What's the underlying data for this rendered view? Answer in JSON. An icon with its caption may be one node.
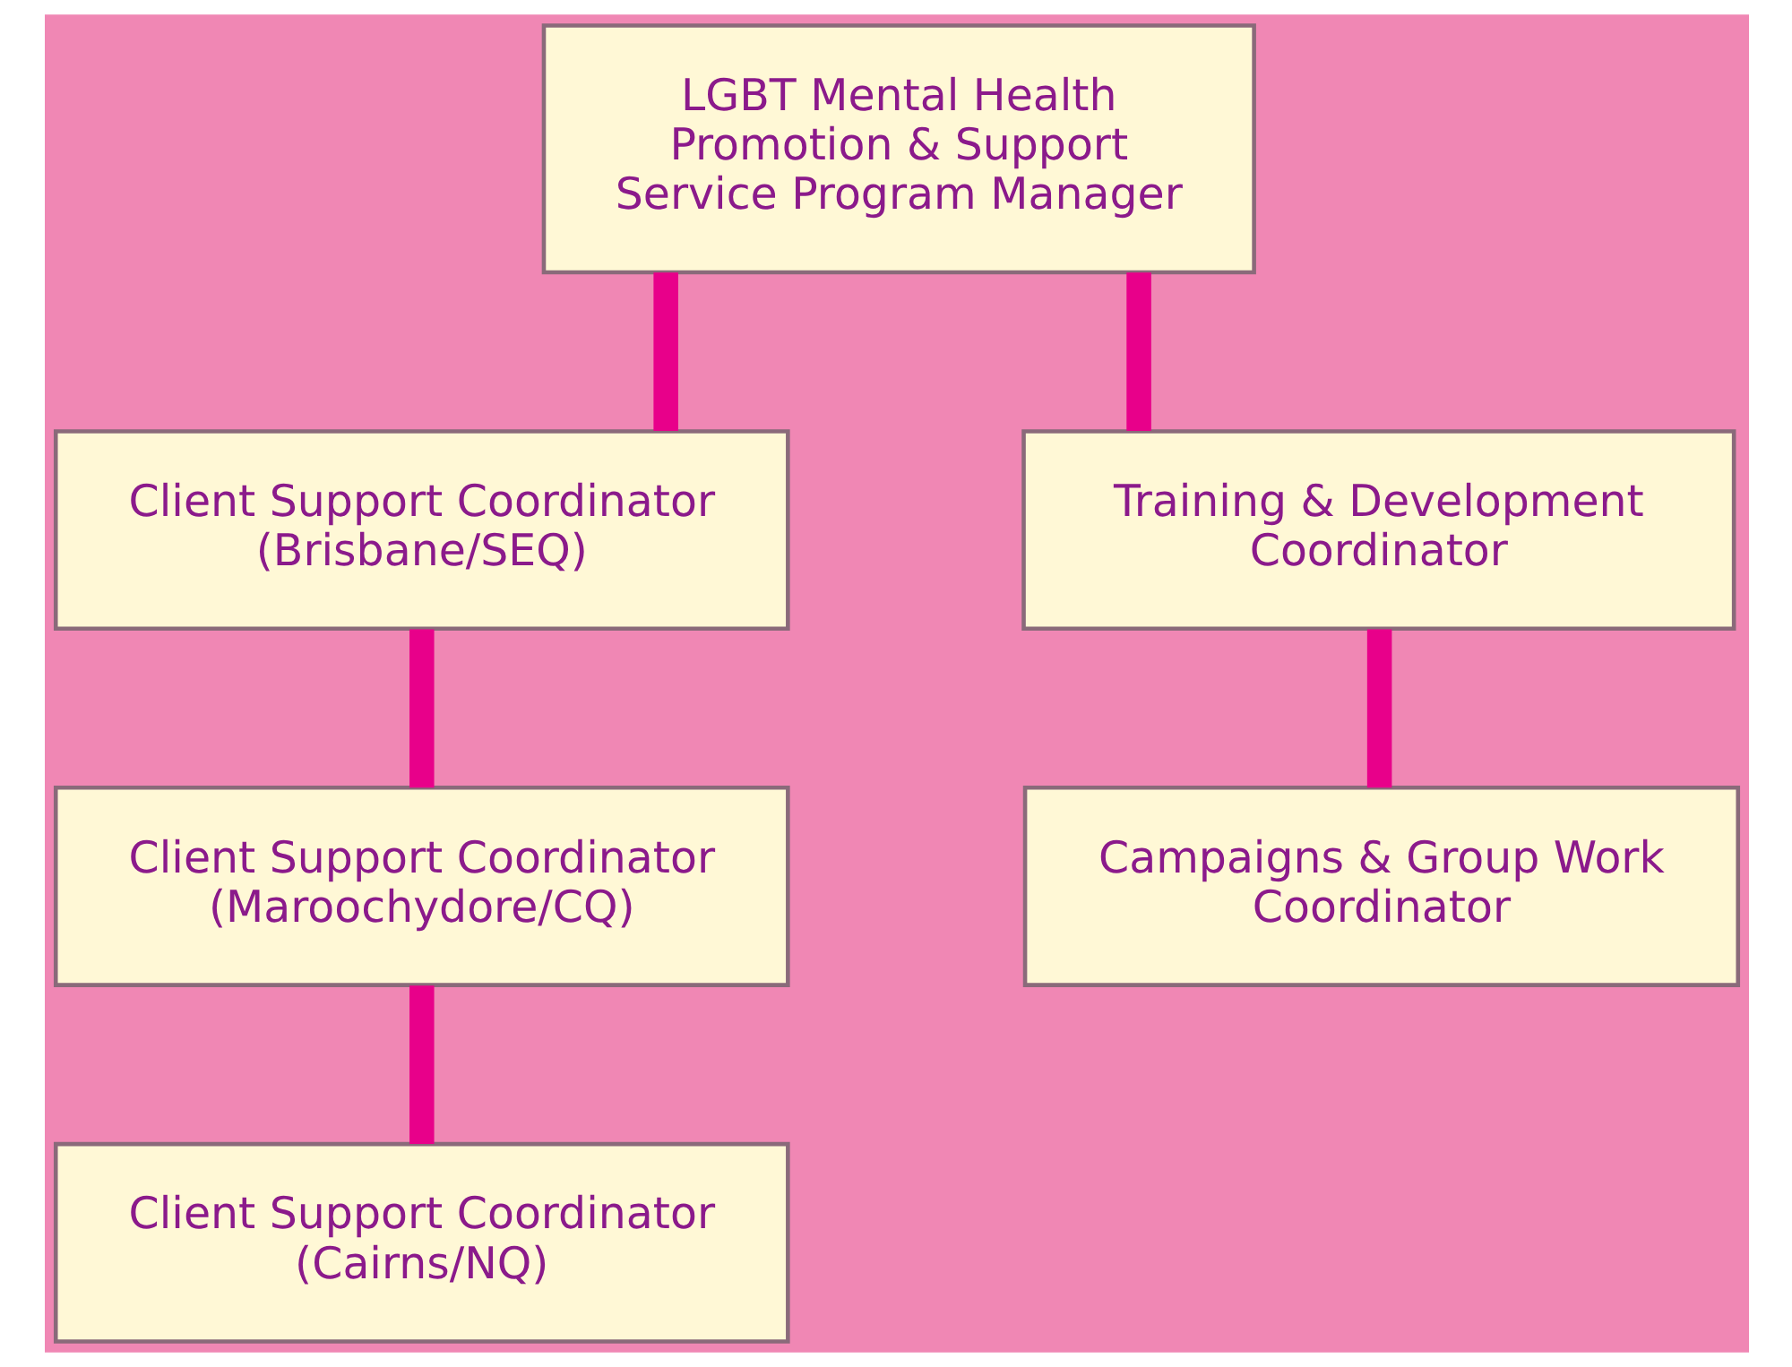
{
  "diagram": {
    "nodes": [
      {
        "text": [
          "LGBT Mental Health Promotion & Support Service Program Manager"
        ]
      },
      {
        "text": [
          "Client Support Coordinator (Brisbane/SEQ)"
        ]
      },
      {
        "text": [
          "Training & Development Coordinator"
        ]
      },
      {
        "text": [
          "Client Support Coordinator (Maroochydore/CQ)"
        ]
      },
      {
        "text": [
          "Campaigns & Group Work Coordinator"
        ]
      },
      {
        "text": [
          "Client Support Coordinator (Cairns/NQ)"
        ]
      }
    ],
    "edges": [
      {
        "from": 0,
        "to": 1,
        "arrow": "none"
      },
      {
        "from": 0,
        "to": 2,
        "arrow": "none"
      },
      {
        "from": 1,
        "to": 3,
        "arrow": "none"
      },
      {
        "from": 2,
        "to": 4,
        "arrow": "none"
      },
      {
        "from": 3,
        "to": 5,
        "arrow": "none"
      }
    ]
  }
}
